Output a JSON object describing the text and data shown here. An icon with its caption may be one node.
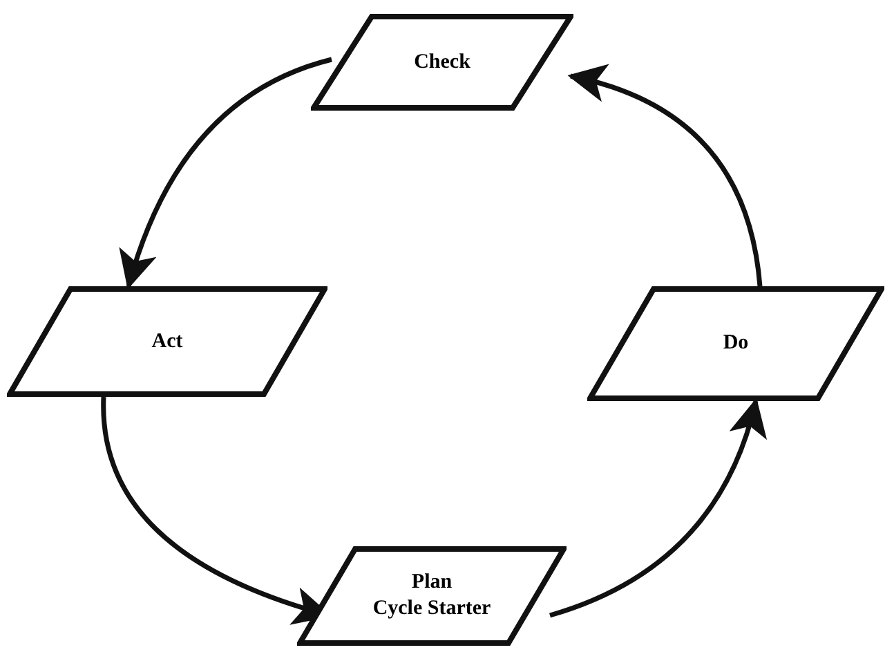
{
  "diagram": {
    "nodes": [
      {
        "text": [
          "Check"
        ]
      },
      {
        "text": [
          "Act"
        ]
      },
      {
        "text": [
          "Do"
        ]
      },
      {
        "text": [
          "Plan",
          "Cycle Starter"
        ]
      }
    ],
    "edges": [
      {
        "from": 3,
        "to": 2,
        "arrow": "to"
      },
      {
        "from": 2,
        "to": 0,
        "arrow": "to"
      },
      {
        "from": 0,
        "to": 1,
        "arrow": "to"
      },
      {
        "from": 1,
        "to": 3,
        "arrow": "to"
      }
    ]
  }
}
